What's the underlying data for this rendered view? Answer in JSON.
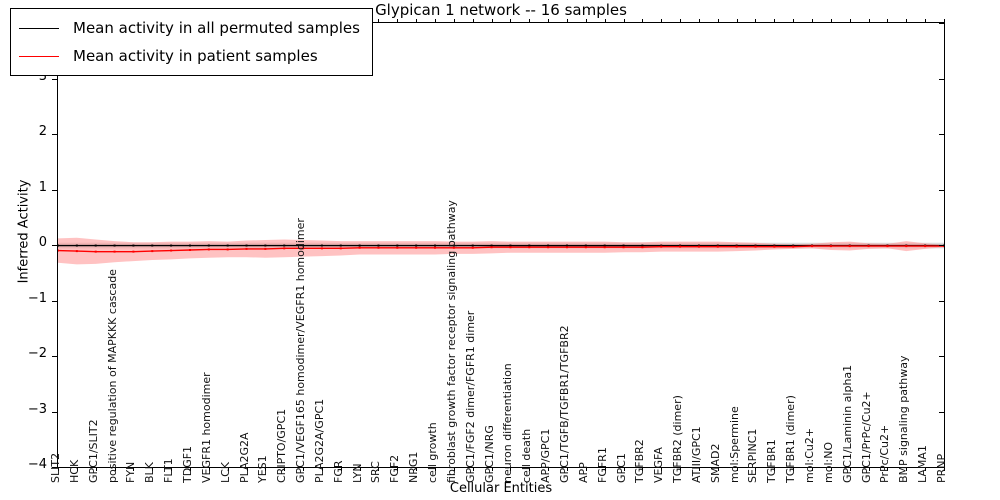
{
  "chart_data": {
    "type": "line",
    "title": "Glypican 1 network -- 16 samples",
    "xlabel": "Cellular Entities",
    "ylabel": "Inferred Activity",
    "ylim": [
      -4,
      4
    ],
    "yticks": [
      -4,
      -3,
      -2,
      -1,
      0,
      1,
      2,
      3,
      4
    ],
    "grid": false,
    "legend_position": "upper left",
    "legend": [
      {
        "name": "Mean activity in all permuted samples",
        "color": "#000000"
      },
      {
        "name": "Mean activity in patient samples",
        "color": "#ff0000"
      }
    ],
    "categories": [
      "SLIT2",
      "HCK",
      "GPC1/SLIT2",
      "positive regulation of MAPKKK cascade",
      "FYN",
      "BLK",
      "FLT1",
      "TDGF1",
      "VEGFR1 homodimer",
      "LCK",
      "PLA2G2A",
      "YES1",
      "CRIPTO/GPC1",
      "GPC1/VEGF165 homodimer/VEGFR1 homodimer",
      "PLA2G2A/GPC1",
      "FGR",
      "LYN",
      "SRC",
      "FGF2",
      "NRG1",
      "cell growth",
      "fibroblast growth factor receptor signaling pathway",
      "GPC1/FGF2 dimer/FGFR1 dimer",
      "GPC1/NRG",
      "neuron differentiation",
      "cell death",
      "APP/GPC1",
      "GPC1/TGFB/TGFBR1/TGFBR2",
      "APP",
      "FGFR1",
      "GPC1",
      "TGFBR2",
      "VEGFA",
      "TGFBR2 (dimer)",
      "ATIII/GPC1",
      "SMAD2",
      "mol:Spermine",
      "SERPINC1",
      "TGFBR1",
      "TGFBR1 (dimer)",
      "mol:Cu2+",
      "mol:NO",
      "GPC1/Laminin alpha1",
      "GPC1/PrPc/Cu2+",
      "PrPc/Cu2+",
      "BMP signaling pathway",
      "LAMA1",
      "PRNP"
    ],
    "series": [
      {
        "name": "Mean activity in all permuted samples",
        "color": "#000000",
        "band_color": "#bfbfbf",
        "values": [
          -0.01,
          -0.01,
          -0.01,
          -0.01,
          -0.01,
          -0.01,
          -0.01,
          -0.01,
          -0.01,
          -0.01,
          -0.01,
          -0.01,
          -0.01,
          -0.01,
          -0.01,
          -0.01,
          -0.01,
          -0.01,
          -0.01,
          -0.01,
          -0.01,
          -0.01,
          -0.01,
          -0.01,
          -0.01,
          -0.01,
          -0.01,
          -0.01,
          -0.01,
          -0.01,
          -0.01,
          -0.01,
          -0.01,
          -0.01,
          -0.01,
          -0.01,
          -0.01,
          -0.01,
          -0.01,
          -0.01,
          -0.01,
          -0.01,
          -0.01,
          -0.01,
          -0.01,
          -0.01,
          -0.01,
          -0.01
        ],
        "std": [
          0.05,
          0.05,
          0.05,
          0.05,
          0.05,
          0.05,
          0.05,
          0.05,
          0.05,
          0.05,
          0.05,
          0.05,
          0.05,
          0.05,
          0.05,
          0.05,
          0.05,
          0.05,
          0.05,
          0.05,
          0.05,
          0.05,
          0.05,
          0.05,
          0.05,
          0.05,
          0.05,
          0.05,
          0.05,
          0.05,
          0.05,
          0.05,
          0.05,
          0.05,
          0.05,
          0.05,
          0.05,
          0.05,
          0.05,
          0.05,
          0.05,
          0.05,
          0.05,
          0.05,
          0.05,
          0.05,
          0.05,
          0.05
        ]
      },
      {
        "name": "Mean activity in patient samples",
        "color": "#ff0000",
        "band_color": "#ff9999",
        "values": [
          -0.1,
          -0.11,
          -0.12,
          -0.12,
          -0.12,
          -0.11,
          -0.1,
          -0.09,
          -0.08,
          -0.08,
          -0.07,
          -0.07,
          -0.06,
          -0.06,
          -0.06,
          -0.06,
          -0.05,
          -0.05,
          -0.05,
          -0.05,
          -0.05,
          -0.05,
          -0.05,
          -0.04,
          -0.04,
          -0.04,
          -0.04,
          -0.04,
          -0.04,
          -0.04,
          -0.04,
          -0.04,
          -0.03,
          -0.03,
          -0.03,
          -0.03,
          -0.03,
          -0.03,
          -0.03,
          -0.03,
          -0.02,
          -0.02,
          -0.02,
          -0.02,
          -0.02,
          -0.02,
          -0.02,
          -0.02
        ],
        "std": [
          0.22,
          0.24,
          0.22,
          0.19,
          0.17,
          0.16,
          0.16,
          0.15,
          0.15,
          0.14,
          0.15,
          0.16,
          0.16,
          0.15,
          0.14,
          0.13,
          0.12,
          0.12,
          0.12,
          0.12,
          0.12,
          0.11,
          0.11,
          0.11,
          0.1,
          0.1,
          0.1,
          0.1,
          0.1,
          0.1,
          0.09,
          0.09,
          0.09,
          0.09,
          0.09,
          0.09,
          0.08,
          0.07,
          0.05,
          0.04,
          0.04,
          0.07,
          0.08,
          0.05,
          0.04,
          0.09,
          0.05,
          0.02
        ]
      }
    ]
  }
}
